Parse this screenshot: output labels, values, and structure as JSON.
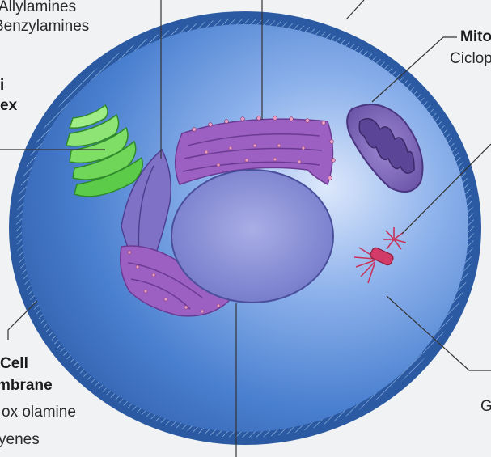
{
  "labels": {
    "top_left_drug_1": "Allylamines",
    "top_left_drug_2": "Benzylamines",
    "golgi_line_1": "i",
    "golgi_line_2": "ex",
    "mito_title": "Mito",
    "mito_drug": "Ciclop",
    "cell_membrane_1": "Cell",
    "cell_membrane_2": "mbrane",
    "membrane_drug_1": "ox olamine",
    "membrane_drug_2": "yenes",
    "centrosome_drug": "G"
  },
  "colors": {
    "background": "#f0f2f4",
    "cytoplasm": "#4f86d4",
    "membrane_dark": "#2f5fa8",
    "nucleus": "#8d92d8",
    "er_purple": "#9056b8",
    "golgi_green": "#5cc94e",
    "mitochondrion": "#7d64b6",
    "centriole_red": "#c8325a"
  }
}
